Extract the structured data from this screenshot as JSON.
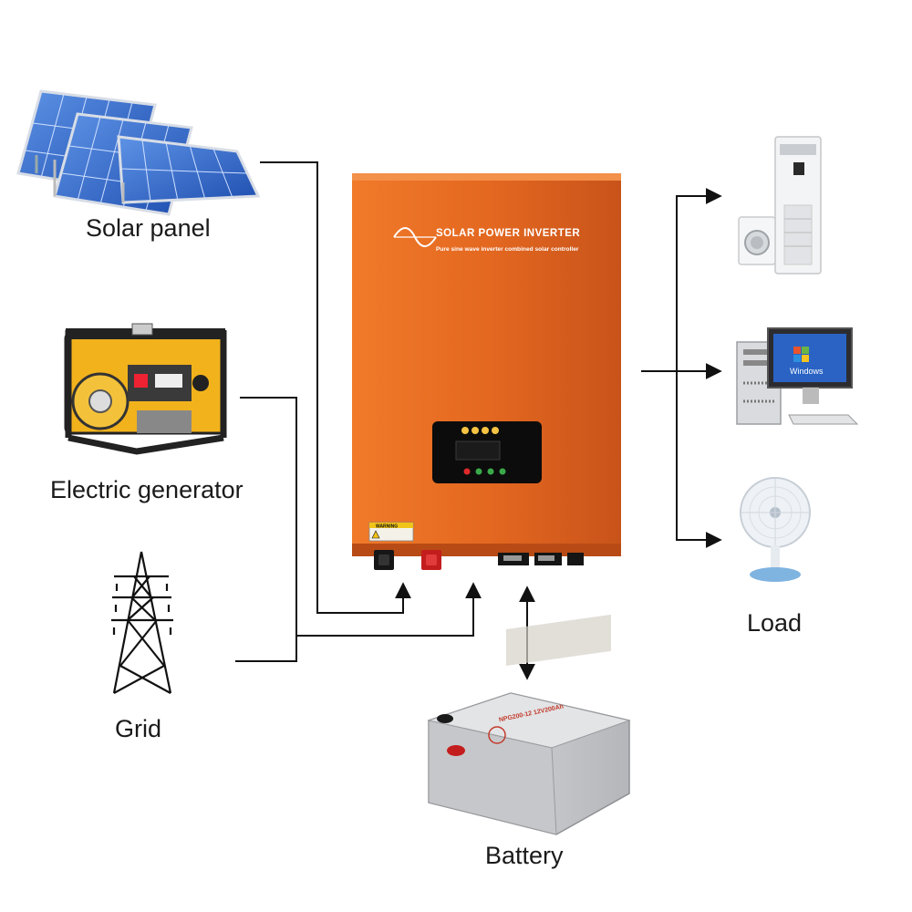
{
  "sources": {
    "solar_panel": "Solar panel",
    "generator": "Electric generator",
    "grid": "Grid"
  },
  "inverter": {
    "title": "SOLAR POWER INVERTER",
    "subtitle": "Pure sine wave inverter combined solar controller",
    "warning": "WARNING"
  },
  "storage": {
    "battery": "Battery",
    "battery_model": "NPG200-12 12V200Ah"
  },
  "load": {
    "label": "Load",
    "computer_os": "Windows"
  },
  "colors": {
    "inverter_body": "#e2661e",
    "line": "#111111",
    "solar_blue": "#2a62c9",
    "generator_yellow": "#f2b21c",
    "battery_gray": "#cfd0d2"
  }
}
